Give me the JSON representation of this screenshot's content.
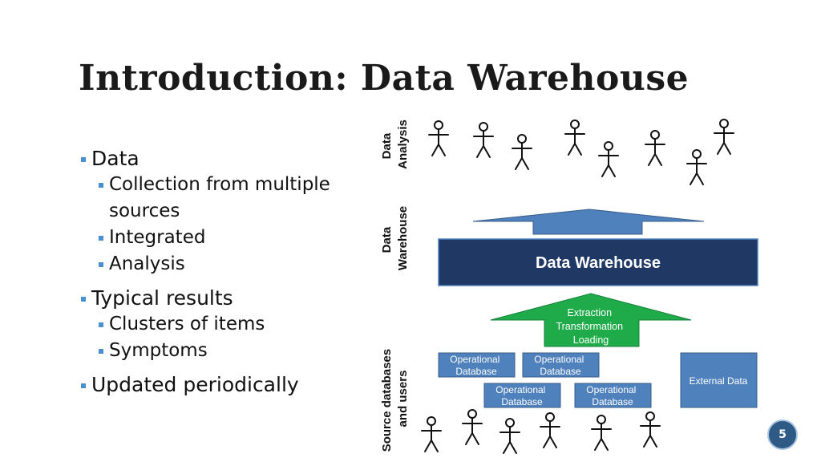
{
  "title": "Introduction: Data Warehouse",
  "bullets": {
    "data": "Data",
    "collection": "Collection from multiple",
    "collection_cont": "sources",
    "integrated": "Integrated",
    "analysis": "Analysis",
    "typical_results": "Typical results",
    "clusters": "Clusters of items",
    "symptoms": "Symptoms",
    "updated": "Updated periodically"
  },
  "diagram": {
    "label_analysis_1": "Data",
    "label_analysis_2": "Analysis",
    "label_warehouse_1": "Data",
    "label_warehouse_2": "Warehouse",
    "label_sources_1": "Source databases",
    "label_sources_2": "and users",
    "warehouse_box": "Data Warehouse",
    "etl_1": "Extraction",
    "etl_2": "Transformation",
    "etl_3": "Loading",
    "op_line1": "Operational",
    "op_line2": "Database",
    "external": "External Data"
  },
  "page_number": "5",
  "colors": {
    "bullet_marker": "#4a8fd0",
    "box_blue": "#4f81bd",
    "warehouse_dark": "#1f3864",
    "etl_green": "#1fab4a",
    "page_badge": "#2f5a86"
  }
}
